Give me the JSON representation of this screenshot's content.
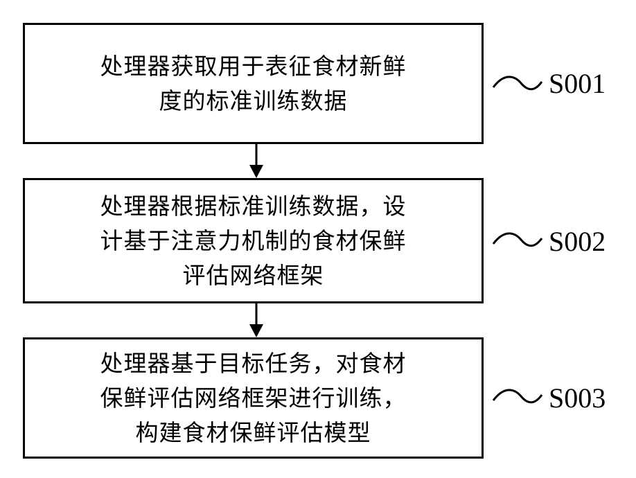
{
  "steps": [
    {
      "id": "S001",
      "lines": [
        "处理器获取用于表征食材新鲜",
        "度的标准训练数据"
      ]
    },
    {
      "id": "S002",
      "lines": [
        "处理器根据标准训练数据，设",
        "计基于注意力机制的食材保鲜",
        "评估网络框架"
      ]
    },
    {
      "id": "S003",
      "lines": [
        "处理器基于目标任务，对食材",
        "保鲜评估网络框架进行训练，",
        "构建食材保鲜评估模型"
      ]
    }
  ]
}
